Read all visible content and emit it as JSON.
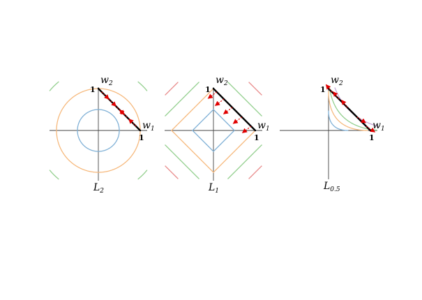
{
  "panels": [
    {
      "id": "l2",
      "label_main": "L",
      "label_sub": "2",
      "axis_x": "w",
      "axis_x_sub": "1",
      "axis_y": "w",
      "axis_y_sub": "2",
      "tick_x": "1",
      "tick_y": "1",
      "norm_p": 2
    },
    {
      "id": "l1",
      "label_main": "L",
      "label_sub": "1",
      "axis_x": "w",
      "axis_x_sub": "1",
      "axis_y": "w",
      "axis_y_sub": "2",
      "tick_x": "1",
      "tick_y": "1",
      "norm_p": 1
    },
    {
      "id": "l05",
      "label_main": "L",
      "label_sub": "0.5",
      "axis_x": "w",
      "axis_x_sub": "1",
      "axis_y": "w",
      "axis_y_sub": "2",
      "tick_x": "1",
      "tick_y": "1",
      "norm_p": 0.5
    }
  ],
  "colors": {
    "contour_1": "#7fb0d6",
    "contour_2": "#f6b97d",
    "contour_3": "#93cf8e",
    "contour_4": "#e88b8b",
    "contour_5": "#c9a9d6",
    "constraint": "#000000",
    "arrow": "#e00000",
    "axis": "#444444"
  }
}
